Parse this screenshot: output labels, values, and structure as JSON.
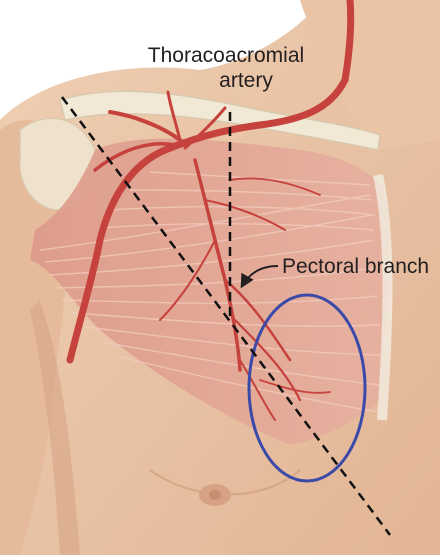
{
  "labels": {
    "artery_line1": "Thoracoacromial",
    "artery_line2": "artery",
    "branch": "Pectoral branch"
  },
  "colors": {
    "background": "#ffffff",
    "skin": "#e9c3a4",
    "skin_shadow": "#d9a787",
    "muscle": "#d98f80",
    "muscle_fiber": "#f3d0c5",
    "artery": "#c9453f",
    "bone": "#f0e6d2",
    "outline_marking": "#3b4aa8",
    "dashed_line": "#111111",
    "text": "#231f20"
  },
  "icons": {
    "arrow": "arrow-icon"
  }
}
